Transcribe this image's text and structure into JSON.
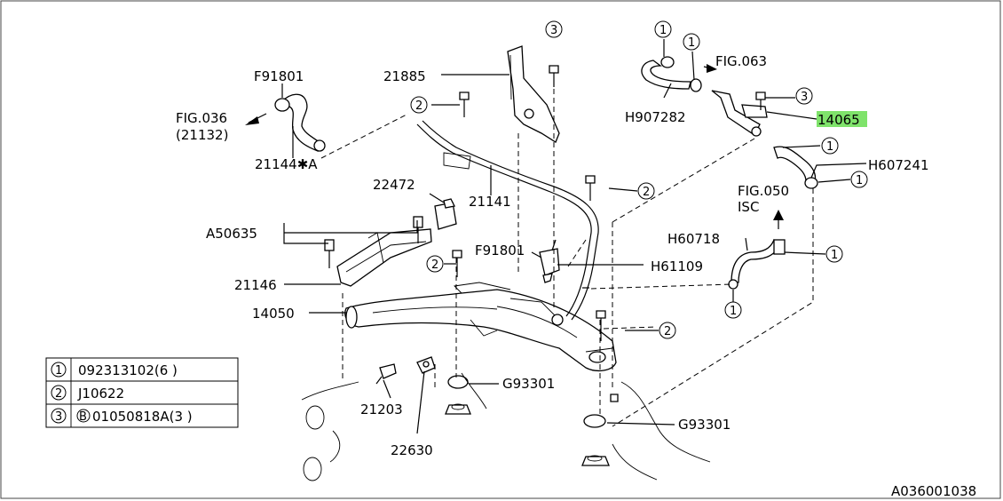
{
  "labels": {
    "f91801_top": "F91801",
    "fig036": "FIG.036",
    "p21132": "(21132)",
    "p21144a": "21144✱A",
    "p21885": "21885",
    "p22472": "22472",
    "p21141": "21141",
    "a50635": "A50635",
    "p21146": "21146",
    "p14050": "14050",
    "f91801_mid": "F91801",
    "h61109": "H61109",
    "fig063": "FIG.063",
    "h907282": "H907282",
    "p14065": "14065",
    "h607241": "H607241",
    "fig050": "FIG.050",
    "isc": "ISC",
    "h60718": "H60718",
    "p21203": "21203",
    "p22630": "22630",
    "g93301_a": "G93301",
    "g93301_b": "G93301",
    "diagram_id": "A036001038"
  },
  "callouts": {
    "one": "1",
    "two": "2",
    "three": "3"
  },
  "legend": {
    "rows": [
      {
        "num": "1",
        "text": "092313102(6  )"
      },
      {
        "num": "2",
        "text": "J10622"
      },
      {
        "num": "3",
        "text": "01050818A(3  )",
        "prefix": "B"
      }
    ]
  },
  "colors": {
    "highlight": "#7fe36b",
    "line": "#000000",
    "background": "#ffffff"
  }
}
